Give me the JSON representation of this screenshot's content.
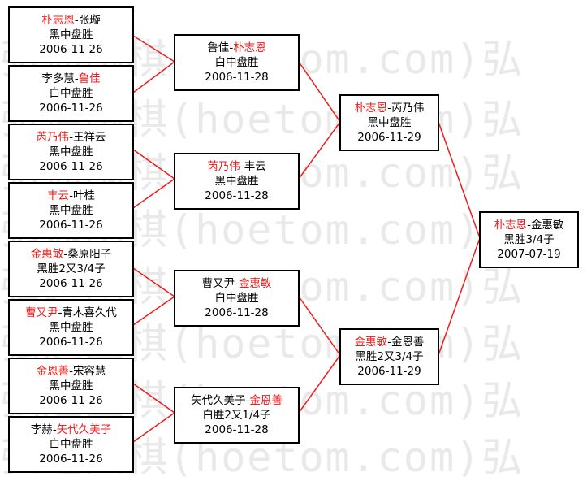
{
  "watermark": "弘通围棋(hoetom.com)弘",
  "colors": {
    "winner": "#ee1c1c",
    "text": "#000000",
    "connector": "#ee1c1c",
    "border": "#000000"
  },
  "rounds": {
    "r1": [
      {
        "p1": "朴志恩",
        "p2": "张璇",
        "winner": 1,
        "result": "黑中盘胜",
        "date": "2006-11-26"
      },
      {
        "p1": "李多慧",
        "p2": "鲁佳",
        "winner": 2,
        "result": "白中盘胜",
        "date": "2006-11-26"
      },
      {
        "p1": "芮乃伟",
        "p2": "王祥云",
        "winner": 1,
        "result": "黑中盘胜",
        "date": "2006-11-26"
      },
      {
        "p1": "丰云",
        "p2": "叶桂",
        "winner": 1,
        "result": "黑中盘胜",
        "date": "2006-11-26"
      },
      {
        "p1": "金惠敏",
        "p2": "桑原阳子",
        "winner": 1,
        "result": "黑胜2又3/4子",
        "date": "2006-11-26"
      },
      {
        "p1": "曹又尹",
        "p2": "青木喜久代",
        "winner": 1,
        "result": "黑中盘胜",
        "date": "2006-11-26"
      },
      {
        "p1": "金恩善",
        "p2": "宋容慧",
        "winner": 1,
        "result": "黑中盘胜",
        "date": "2006-11-26"
      },
      {
        "p1": "李赫",
        "p2": "矢代久美子",
        "winner": 2,
        "result": "白中盘胜",
        "date": "2006-11-26"
      }
    ],
    "r2": [
      {
        "p1": "鲁佳",
        "p2": "朴志恩",
        "winner": 2,
        "result": "白中盘胜",
        "date": "2006-11-28"
      },
      {
        "p1": "芮乃伟",
        "p2": "丰云",
        "winner": 1,
        "result": "黑中盘胜",
        "date": "2006-11-28"
      },
      {
        "p1": "曹又尹",
        "p2": "金惠敏",
        "winner": 2,
        "result": "白中盘胜",
        "date": "2006-11-28"
      },
      {
        "p1": "矢代久美子",
        "p2": "金恩善",
        "winner": 2,
        "result": "白胜2又1/4子",
        "date": "2006-11-28"
      }
    ],
    "r3": [
      {
        "p1": "朴志恩",
        "p2": "芮乃伟",
        "winner": 1,
        "result": "黑中盘胜",
        "date": "2006-11-29"
      },
      {
        "p1": "金惠敏",
        "p2": "金恩善",
        "winner": 1,
        "result": "黑胜2又3/4子",
        "date": "2006-11-29"
      }
    ],
    "final": [
      {
        "p1": "朴志恩",
        "p2": "金惠敏",
        "winner": 1,
        "result": "黑胜3/4子",
        "date": "2007-07-19"
      }
    ]
  }
}
